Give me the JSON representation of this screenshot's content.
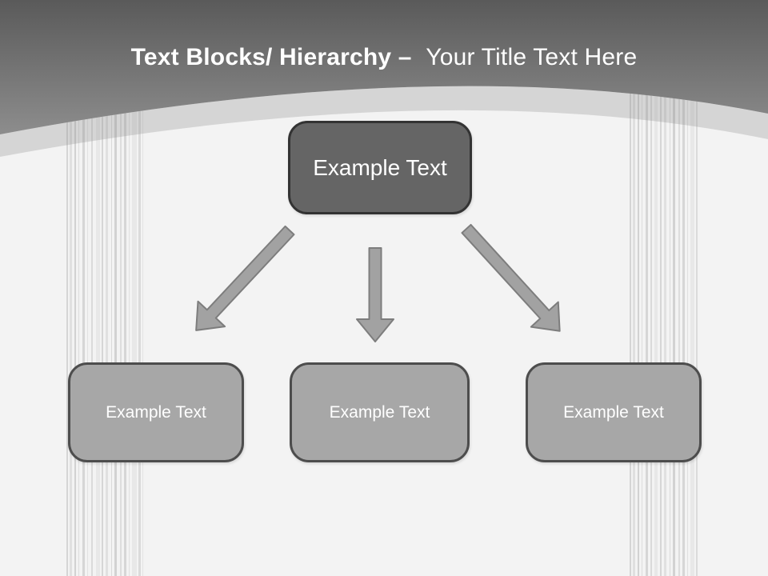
{
  "slide": {
    "title": {
      "bold": "Text Blocks/ Hierarchy –",
      "regular": "Your Title Text Here"
    },
    "root_block": {
      "label": "Example Text"
    },
    "child_blocks": [
      {
        "label": "Example Text"
      },
      {
        "label": "Example Text"
      },
      {
        "label": "Example Text"
      }
    ],
    "colors": {
      "header_gradient_top": "#5a5a5a",
      "header_gradient_bottom": "#929292",
      "arc_band": "#d5d5d5",
      "background": "#f3f3f3",
      "root_block_fill": "#656565",
      "root_block_border": "#333333",
      "child_block_fill": "#a7a7a7",
      "child_block_border": "#4d4d4d",
      "arrow_fill": "#a2a2a2",
      "arrow_border": "#7d7d7d",
      "title_text": "#ffffff",
      "block_text": "#ffffff"
    }
  }
}
